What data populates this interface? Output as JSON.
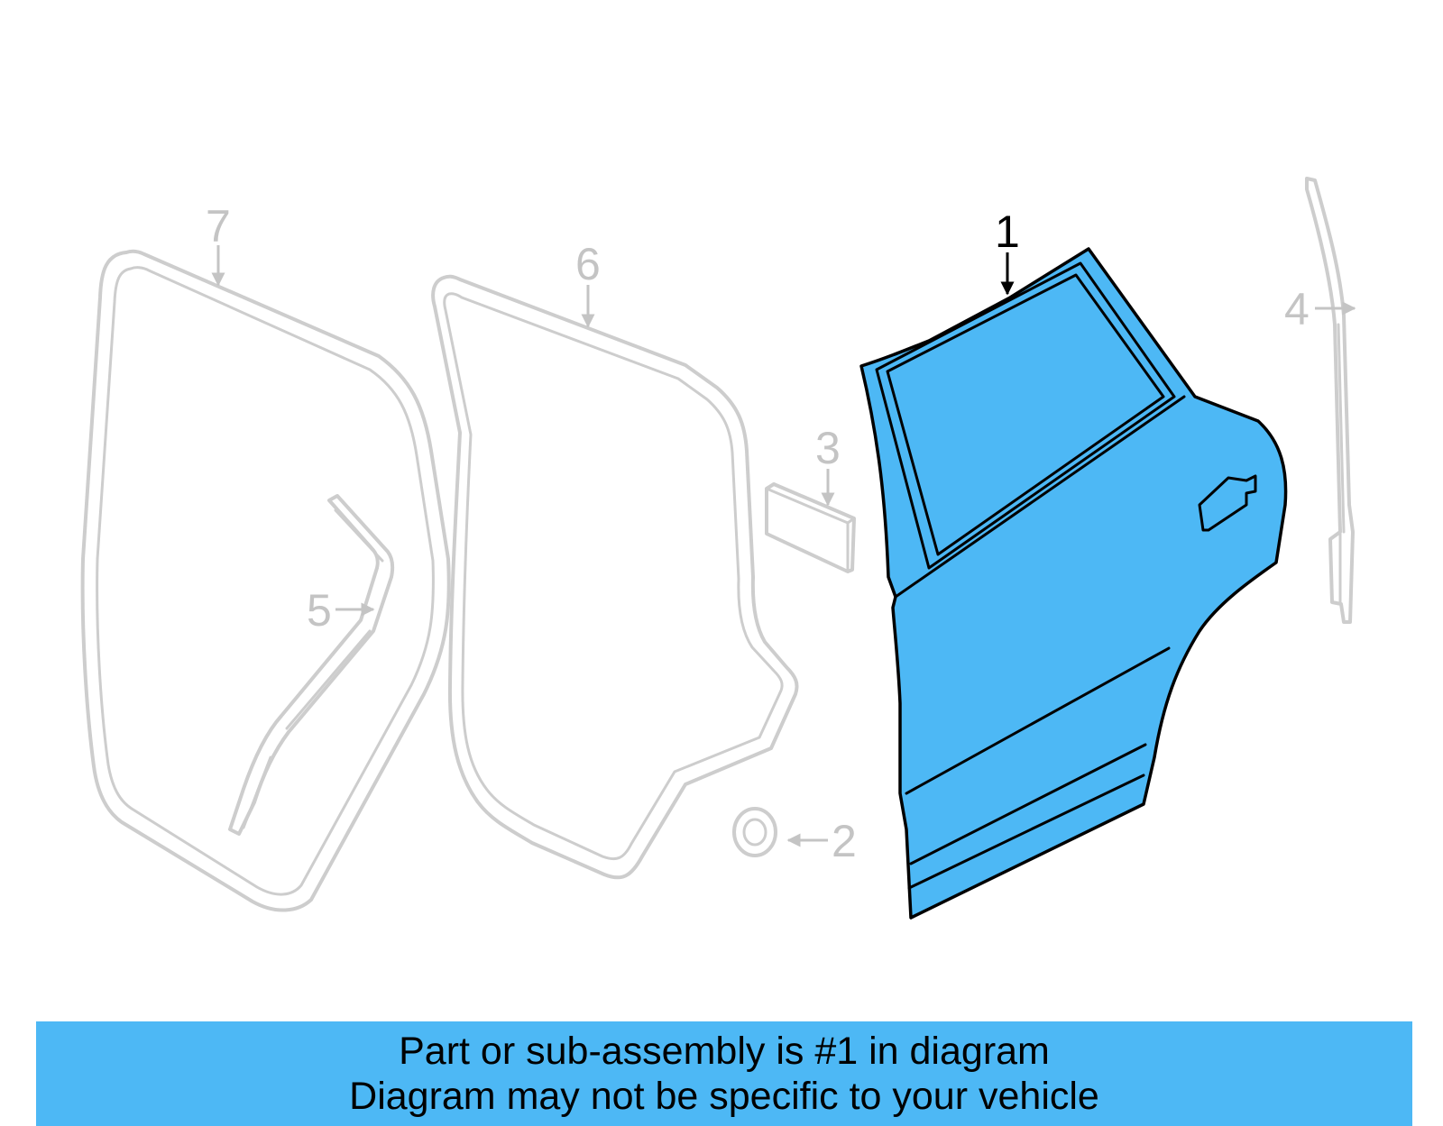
{
  "callouts": {
    "c1": "1",
    "c2": "2",
    "c3": "3",
    "c4": "4",
    "c5": "5",
    "c6": "6",
    "c7": "7"
  },
  "colors": {
    "highlight": "#4db8f5",
    "ghost": "#cdcdcd"
  },
  "banner": {
    "line1": "Part or sub-assembly is #1 in diagram",
    "line2": "Diagram may not be specific to your vehicle"
  }
}
